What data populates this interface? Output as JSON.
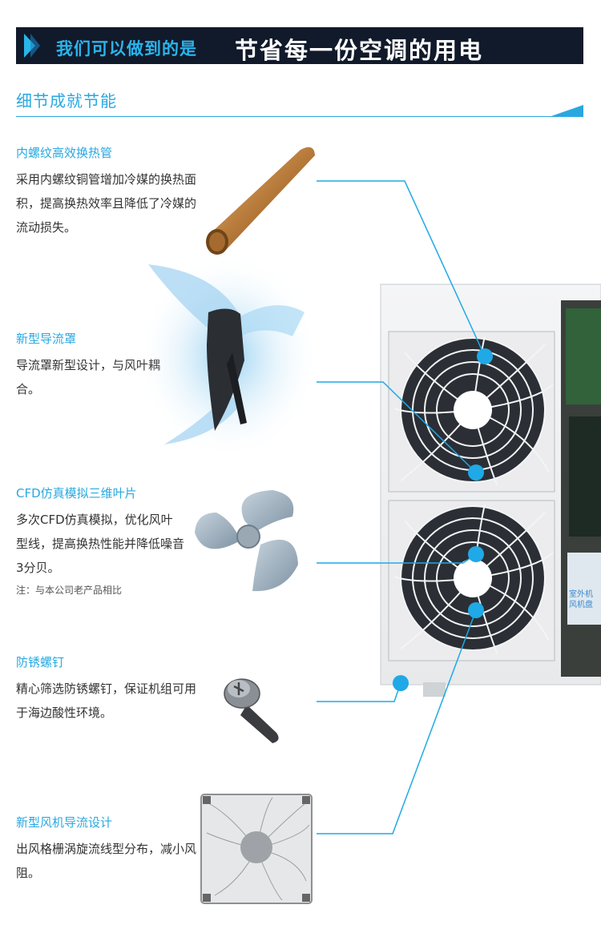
{
  "banner": {
    "lead": "我们可以做到的是",
    "headline": "节省每一份空调的用电"
  },
  "section_title": "细节成就节能",
  "features": [
    {
      "title": "内螺纹高效换热管",
      "description": "采用内螺纹铜管增加冷媒的换热面积，提高换热效率且降低了冷媒的流动损失。"
    },
    {
      "title": "新型导流罩",
      "description": "导流罩新型设计，与风叶耦合。"
    },
    {
      "title": "CFD仿真模拟三维叶片",
      "description": "多次CFD仿真模拟，优化风叶型线，提高换热性能并降低噪音3分贝。",
      "note": "注：与本公司老产品相比"
    },
    {
      "title": "防锈螺钉",
      "description": "精心筛选防锈螺钉，保证机组可用于海边酸性环境。"
    },
    {
      "title": "新型风机导流设计",
      "description": "出风格栅涡旋流线型分布，减小风阻。"
    }
  ],
  "unit_label": "室外机\n风机盘",
  "colors": {
    "accent": "#29a8e0",
    "banner_bg": "#111a2a",
    "callout_dot": "#1fa9e6"
  }
}
